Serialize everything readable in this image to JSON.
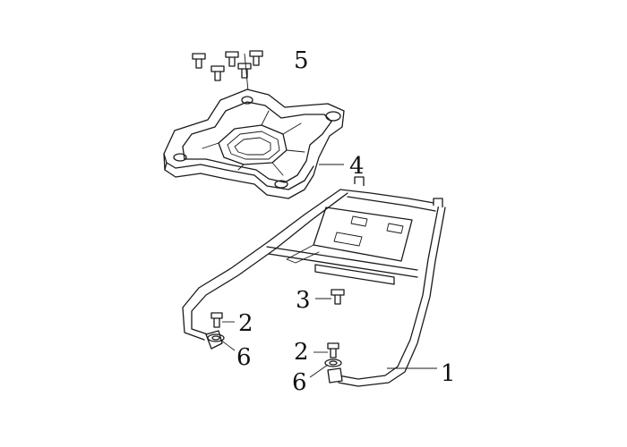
{
  "callouts": [
    {
      "id": "rack",
      "label": "1"
    },
    {
      "id": "bolt-left",
      "label": "2"
    },
    {
      "id": "bolt-right",
      "label": "2"
    },
    {
      "id": "center-bolt",
      "label": "3"
    },
    {
      "id": "top-plate",
      "label": "4"
    },
    {
      "id": "plate-bolts",
      "label": "5"
    },
    {
      "id": "washer-left",
      "label": "6"
    },
    {
      "id": "washer-right",
      "label": "6"
    }
  ],
  "colors": {
    "line": "#1a1a1a",
    "background": "#ffffff"
  }
}
